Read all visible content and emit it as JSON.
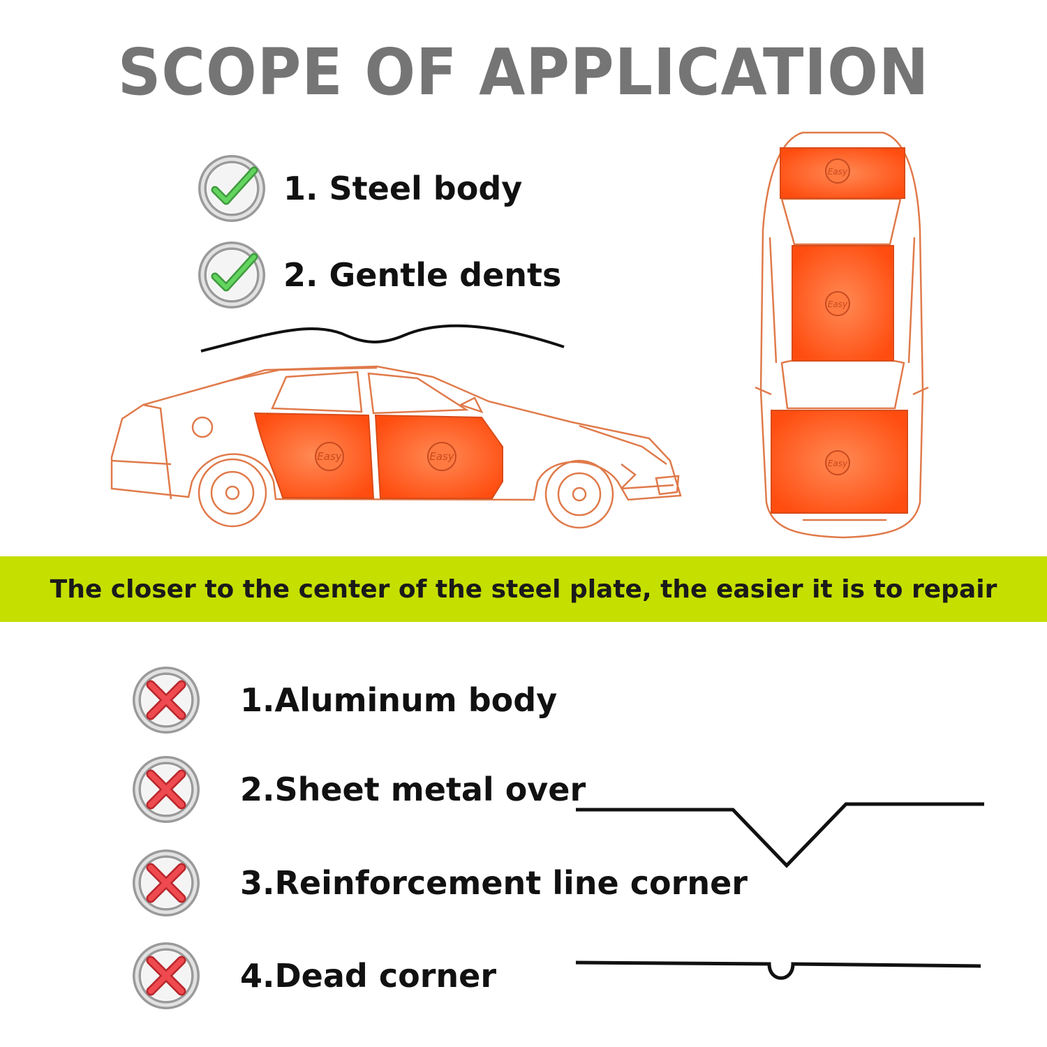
{
  "title": "SCOPE OF APPLICATION",
  "suitable": [
    {
      "label": "1. Steel body",
      "icon": "check-icon"
    },
    {
      "label": "2. Gentle dents",
      "icon": "check-icon"
    }
  ],
  "banner": {
    "text": "The closer to the center of the steel plate, the easier it is to repair",
    "color": "#c5df00"
  },
  "unsuitable": [
    {
      "label": "1.Aluminum body",
      "icon": "cross-icon"
    },
    {
      "label": "2.Sheet metal over",
      "icon": "cross-icon"
    },
    {
      "label": "3.Reinforcement line corner",
      "icon": "cross-icon"
    },
    {
      "label": "4.Dead corner",
      "icon": "cross-icon"
    }
  ],
  "panel_label": "Easy",
  "colors": {
    "title": "#757575",
    "panel": "#ff5a1f",
    "outline": "#e07a4a",
    "check": "#4cc14a",
    "cross": "#e0393e"
  }
}
